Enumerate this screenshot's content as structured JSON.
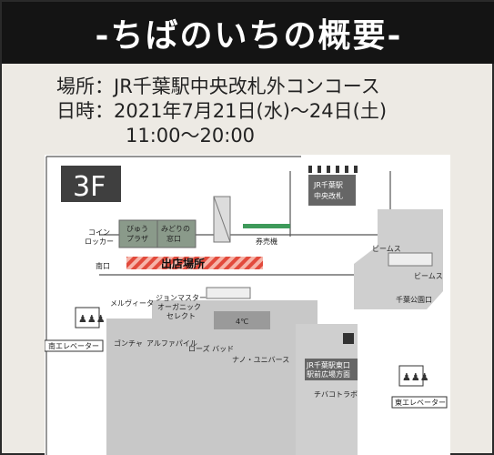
{
  "title": "-ちばのいちの概要-",
  "info": {
    "place_label": "場所：",
    "place_value": "JR千葉駅中央改札外コンコース",
    "date_label": "日時：",
    "date_value": "2021年7月21日(水)～24日(土)",
    "time_value": "11:00～20:00"
  },
  "map": {
    "floor": "3F",
    "labels": {
      "coin_locker_1": "コイン",
      "coin_locker_2": "ロッカー",
      "view_plaza_1": "びゅう",
      "view_plaza_2": "プラザ",
      "midori_1": "みどりの",
      "midori_2": "窓口",
      "ticket": "券売機",
      "jr_gate_1": "JR千葉駅",
      "jr_gate_2": "中央改札",
      "south_exit": "南口",
      "venue": "出店場所",
      "beams_1": "ビームス",
      "beams_2": "ビームス",
      "park_exit": "千葉公園口",
      "melvita": "メルヴィータ",
      "john_1": "ジョンマスター",
      "john_2": "オーガニック",
      "john_3": "セレクト",
      "temp": "4℃",
      "south_elev": "南エレベーター",
      "gonchya": "ゴンチャ",
      "alpha": "アルファパイル",
      "rose": "ローズ バッド",
      "nano": "ナノ・ユニバース",
      "east_gate_1": "JR千葉駅東口",
      "east_gate_2": "駅前広場方面",
      "chiba_1": "チバ",
      "chiba_2": "コト",
      "chiba_3": "ラボ",
      "east_elev": "東エレベーター"
    }
  }
}
